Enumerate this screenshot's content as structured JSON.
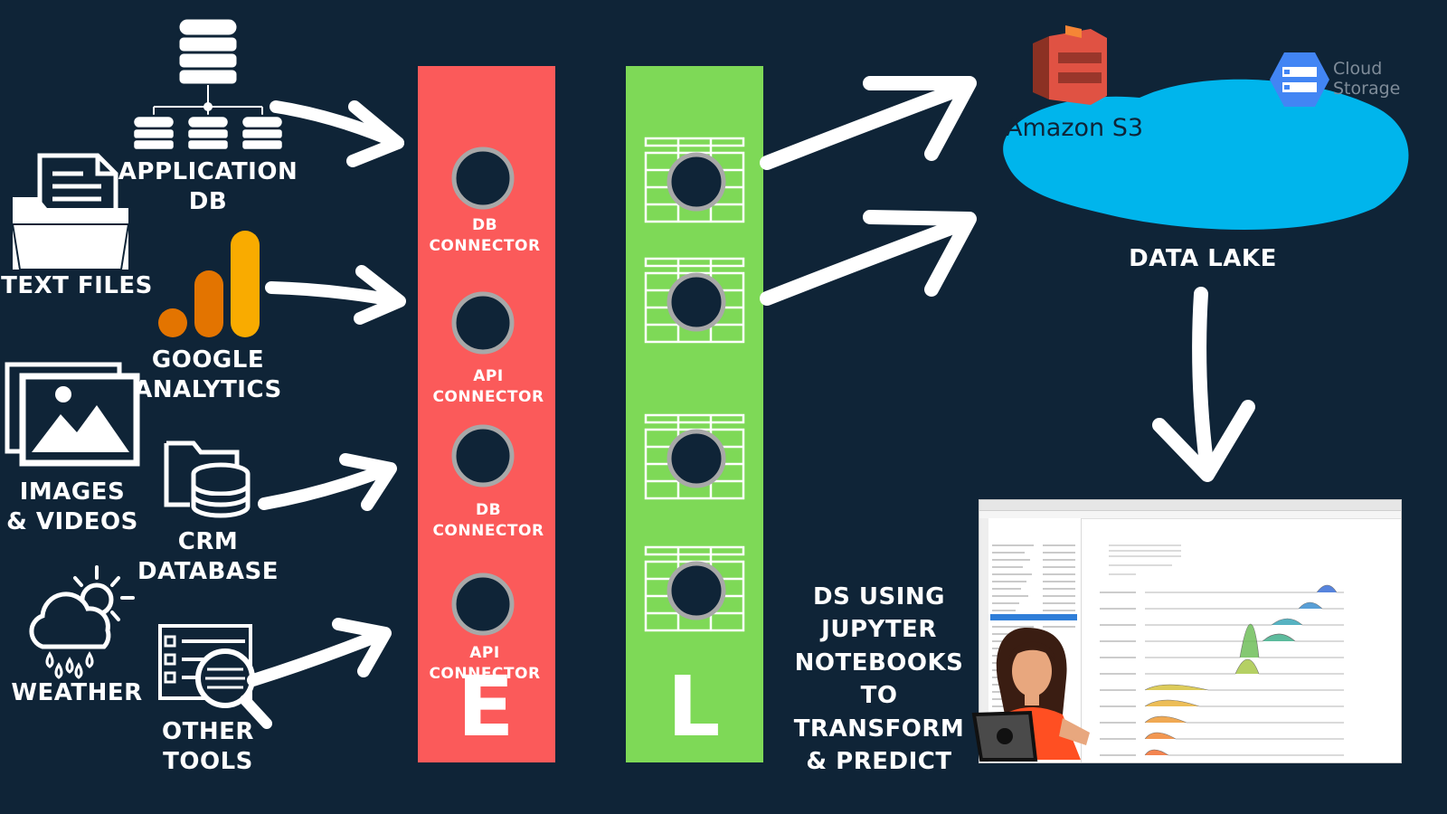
{
  "sources": {
    "app_db": "APPLICATION\nDB",
    "text_files": "TEXT FILES",
    "google_analytics": "GOOGLE\nANALYTICS",
    "images_videos": "IMAGES\n& VIDEOS",
    "crm_database": "CRM\nDATABASE",
    "weather": "WEATHER",
    "other_tools": "OTHER\nTOOLS"
  },
  "extract": {
    "letter": "E",
    "color": "#fb5a5a",
    "connectors": [
      "DB\nCONNECTOR",
      "API\nCONNECTOR",
      "DB\nCONNECTOR",
      "API\nCONNECTOR"
    ]
  },
  "load": {
    "letter": "L",
    "color": "#7ed957"
  },
  "lake": {
    "title": "DATA LAKE",
    "s3_label": "Amazon S3",
    "gcs_label": "Cloud\nStorage",
    "color": "#00b5ec"
  },
  "ds": {
    "caption": "DS USING\nJUPYTER\nNOTEBOOKS\nTO TRANSFORM\n& PREDICT"
  },
  "colors": {
    "background": "#0f2437",
    "s3": "#e05243",
    "gcs": "#4285f4"
  }
}
